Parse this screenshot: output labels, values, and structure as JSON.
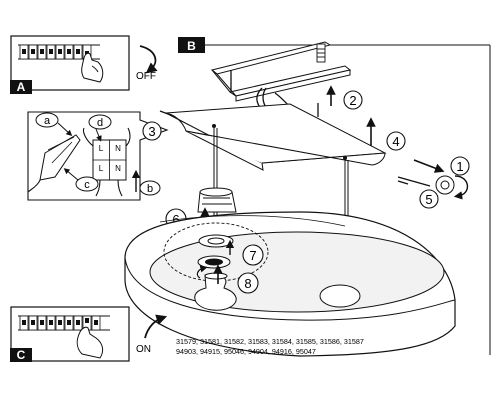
{
  "panels": {
    "a": {
      "letter": "A",
      "switch_label": "OFF"
    },
    "b": {
      "letter": "B"
    },
    "c": {
      "letter": "C",
      "switch_label": "ON"
    }
  },
  "wiring": {
    "labels": [
      "a",
      "d",
      "c",
      "b"
    ],
    "terminals": [
      "L",
      "N",
      "L",
      "N"
    ]
  },
  "steps": [
    "1",
    "2",
    "3",
    "4",
    "5",
    "6",
    "7",
    "8"
  ],
  "product_codes": {
    "line1": "31579, 31581, 31582, 31583, 31584, 31585, 31586, 31587",
    "line2": "94903, 94915, 95046, 94904, 94916, 95047"
  }
}
